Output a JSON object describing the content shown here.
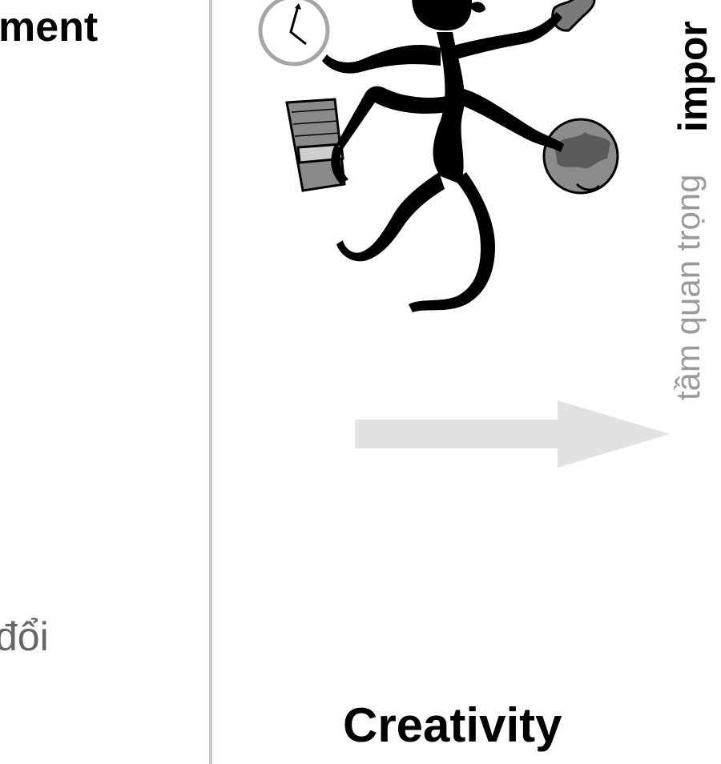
{
  "left": {
    "heading": "ment",
    "subtext": "đổi"
  },
  "right": {
    "caption": "Creativity",
    "vertical_light": "tầm quan trọng",
    "vertical_bold": "impor"
  },
  "figure": {
    "description_icons": [
      "clock-icon",
      "telephone-icon",
      "money-stack-icon",
      "globe-icon"
    ]
  },
  "colors": {
    "divider": "#c8c8c8",
    "arrow": "#e2e2e2",
    "silhouette": "#000000",
    "muted_text": "#666666",
    "light_vertical_text": "#9a9a9a"
  }
}
